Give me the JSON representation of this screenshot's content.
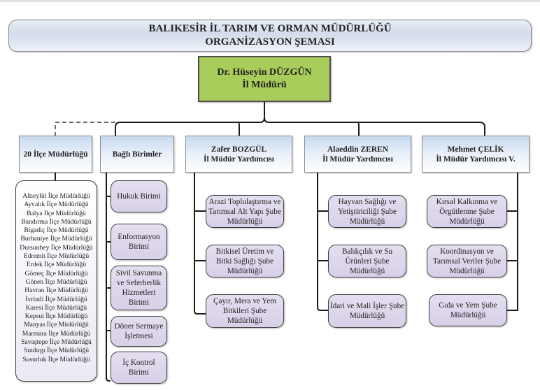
{
  "header": {
    "title_line1": "BALIKESİR İL TARIM VE ORMAN MÜDÜRLÜĞÜ",
    "title_line2": "ORGANİZASYON ŞEMASI"
  },
  "colors": {
    "director_fill": "#a9cd5a",
    "unit_header_fill": "#c7d9ef",
    "sub_unit_fill": "#d8d0e8",
    "line": "#1a1a1a"
  },
  "director": {
    "name": "Dr. Hüseyin DÜZGÜN",
    "title": "İl Müdürü"
  },
  "branches": [
    {
      "title_line1": "20 İlçe Müdürlüğü",
      "title_line2": "",
      "connection": "dashed",
      "items": [
        "Altıeylül İlçe Müdürlüğü",
        "Ayvalık İlçe Müdürlüğü",
        "Balya İlçe Müdürlüğü",
        "Bandırma İlçe Müdürlüğü",
        "Bigadiç İlçe Müdürlüğü",
        "Burhaniye İlçe Müdürlüğü",
        "Dursunbey İlçe Müdürlüğü",
        "Edremit İlçe Müdürlüğü",
        "Erdek İlçe Müdürlüğü",
        "Gömeç İlçe Müdürlüğü",
        "Gönen İlçe Müdürlüğü",
        "Havran İlçe Müdürlüğü",
        "İvrindi İlçe Müdürlüğü",
        "Karesi İlçe Müdürlüğü",
        "Kepsut İlçe Müdürlüğü",
        "Manyas İlçe Müdürlüğü",
        "Marmara İlçe Müdürlüğü",
        "Savaştepe İlçe Müdürlüğü",
        "Sındırgı İlçe Müdürlüğü",
        "Susurluk İlçe Müdürlüğü"
      ]
    },
    {
      "title_line1": "Bağlı Birimler",
      "title_line2": "",
      "connection": "solid",
      "items": [
        [
          "Hukuk Birimi"
        ],
        [
          "Enformasyon",
          "Birimi"
        ],
        [
          "Sivil Savunma",
          "ve Seferberlik",
          "Hizmetleri",
          "Birimi"
        ],
        [
          "Döner Sermaye",
          "İşletmesi"
        ],
        [
          "İç Kontrol",
          "Birimi"
        ]
      ]
    },
    {
      "title_line1": "Zafer BOZGÜL",
      "title_line2": "İl Müdür Yardımcısı",
      "connection": "solid",
      "items": [
        [
          "Arazi Toplulaştırma ve",
          "Tarımsal Alt Yapı Şube",
          "Müdürlüğü"
        ],
        [
          "Bitkisel Üretim ve",
          "Bitki Sağlığı Şube",
          "Müdürlüğü"
        ],
        [
          "Çayır, Mera ve Yem",
          "Bitkileri Şube",
          "Müdürlüğü"
        ]
      ]
    },
    {
      "title_line1": "Alaeddin ZEREN",
      "title_line2": "İl Müdür Yardımcısı",
      "connection": "solid",
      "items": [
        [
          "Hayvan Sağlığı ve",
          "Yetiştiriciliği Şube",
          "Müdürlüğü"
        ],
        [
          "Balıkçılık ve Su",
          "Ürünleri Şube",
          "Müdürlüğü"
        ],
        [
          "İdari ve Mali İşler Şube",
          "Müdürlüğü"
        ]
      ]
    },
    {
      "title_line1": "Mehmet ÇELİK",
      "title_line2": "İl Müdür Yardımcısı V.",
      "connection": "solid",
      "items": [
        [
          "Kırsal Kalkınma ve",
          "Örgütlenme Şube",
          "Müdürlüğü"
        ],
        [
          "Koordinasyon ve",
          "Tarımsal Veriler Şube",
          "Müdürlüğü"
        ],
        [
          "Gıda ve Yem  Şube",
          "Müdürlüğü"
        ]
      ]
    }
  ]
}
